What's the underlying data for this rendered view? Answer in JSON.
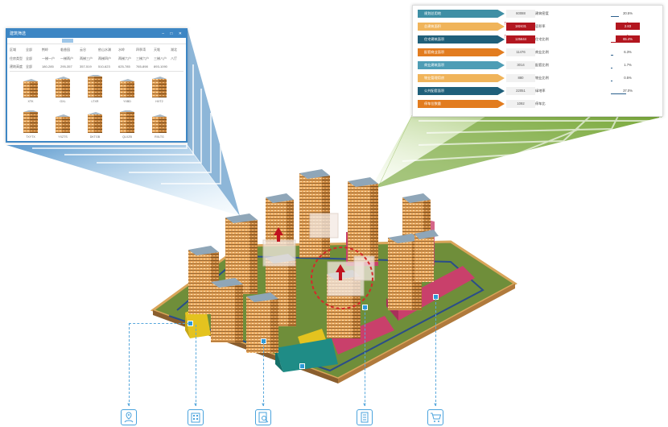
{
  "left_panel": {
    "title": "建筑筛选",
    "window_controls": "– □ ✕",
    "filter_rows": [
      [
        "区域",
        "全部",
        "荆岭",
        "临香园",
        "云谷",
        "依山水渊",
        "水岭",
        "四季湾",
        "天堆",
        "湖北"
      ],
      [
        "住房类型",
        "全部",
        "一梯一户",
        "一梯两户",
        "两梯三户",
        "两梯四户",
        "两梯六户",
        "三梯六户",
        "三梯八户",
        "八厅"
      ],
      [
        "建筑高度",
        "全部",
        "180-285",
        "295-357",
        "357-519",
        "510-623",
        "625-785",
        "765-898",
        "893-1090"
      ]
    ],
    "buildings": [
      {
        "label": "XTK"
      },
      {
        "label": "GXL"
      },
      {
        "label": "LTXR"
      },
      {
        "label": "YXBD"
      },
      {
        "label": "HXT2"
      },
      {
        "label": "TXYTX"
      },
      {
        "label": "YXZTS"
      },
      {
        "label": "DKTGB"
      },
      {
        "label": "QLXZB"
      },
      {
        "label": "RXLTG"
      }
    ]
  },
  "right_panel": {
    "left_rows": [
      {
        "label": "规划总用地",
        "value": "60088",
        "color": "#3f8fa5",
        "highlight": false
      },
      {
        "label": "总建筑面积",
        "value": "182431",
        "color": "#f0b45a",
        "highlight": true
      },
      {
        "label": "住宅建筑面积",
        "value": "125644",
        "color": "#1f5f7a",
        "highlight": true
      },
      {
        "label": "配套商业面积",
        "value": "11476",
        "color": "#e27c1f",
        "highlight": false
      },
      {
        "label": "商业建筑面积",
        "value": "3014",
        "color": "#4e9db5",
        "highlight": false
      },
      {
        "label": "物业管理用房",
        "value": "880",
        "color": "#f0b45a",
        "highlight": false
      },
      {
        "label": "公共配套面积",
        "value": "22051",
        "color": "#1f5f7a",
        "highlight": false
      },
      {
        "label": "停车位数量",
        "value": "1092",
        "color": "#e27c1f",
        "highlight": false
      }
    ],
    "right_rows": [
      {
        "label": "建筑密度",
        "value": "20.5%",
        "highlight": false,
        "bar": 0.205
      },
      {
        "label": "容积率",
        "value": "2.83",
        "highlight": true,
        "bar": null
      },
      {
        "label": "住宅比例",
        "value": "65.4%",
        "highlight": true,
        "bar": 0.654
      },
      {
        "label": "商业比例",
        "value": "6.3%",
        "highlight": false,
        "bar": 0.063
      },
      {
        "label": "配套比例",
        "value": "1.7%",
        "highlight": false,
        "bar": 0.017
      },
      {
        "label": "物业比例",
        "value": "0.5%",
        "highlight": false,
        "bar": 0.005
      },
      {
        "label": "绿地率",
        "value": "37.0%",
        "highlight": false,
        "bar": 0.37
      },
      {
        "label": "停车比",
        "value": "",
        "highlight": false,
        "bar": null
      }
    ]
  },
  "bottom_icons": [
    {
      "name": "map-pin-user-icon"
    },
    {
      "name": "building-grid-icon"
    },
    {
      "name": "search-document-icon"
    },
    {
      "name": "office-building-icon"
    },
    {
      "name": "shopping-cart-icon"
    }
  ],
  "colors": {
    "panel_blue": "#3d86c4",
    "ground_green": "#6f8e3a",
    "podium_pink": "#c9406b",
    "tower_orange": "#e0a055",
    "highlight_red": "#b3161f"
  }
}
